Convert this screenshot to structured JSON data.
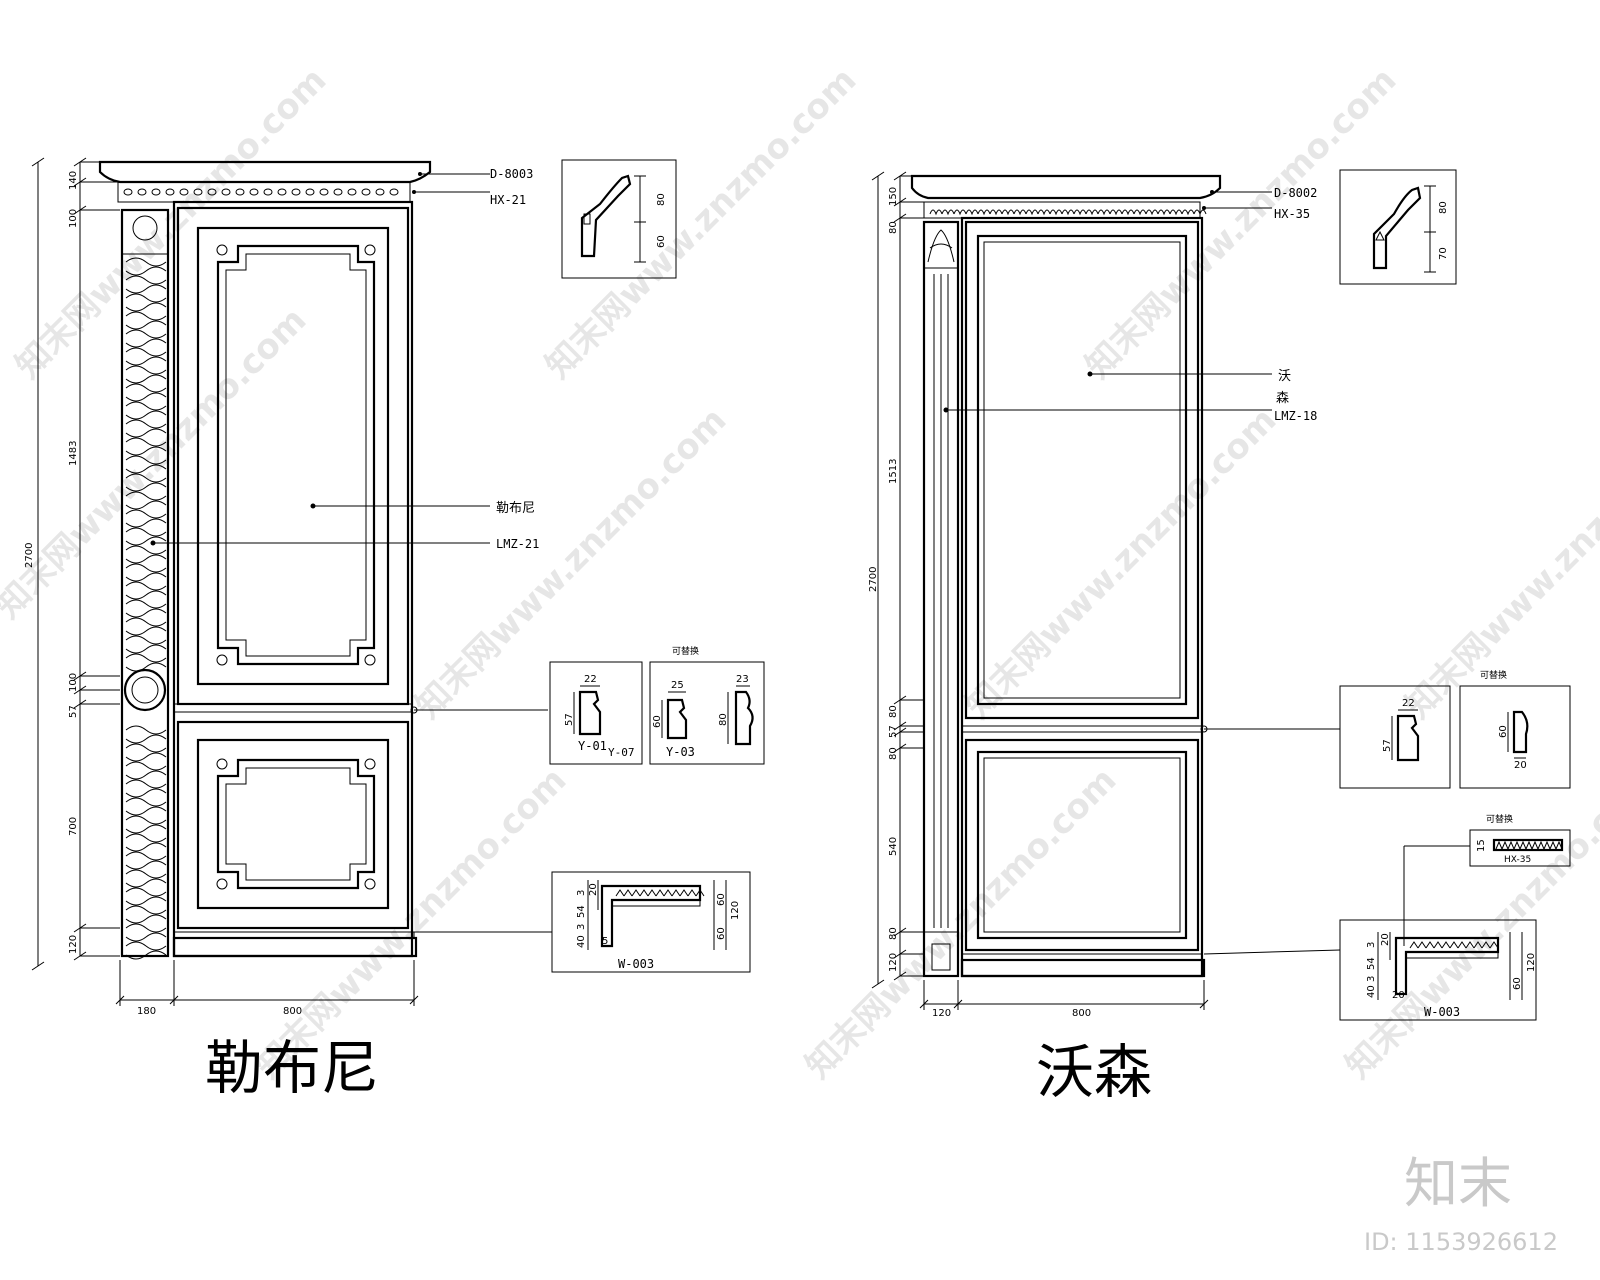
{
  "left_door": {
    "title": "勒布尼",
    "tags": {
      "cornice": "D-8003",
      "frieze": "HX-21",
      "panel_name": "勒布尼",
      "panel_code": "LMZ-21",
      "base": "W-003"
    },
    "height_total": "2700",
    "vertical_dims": [
      "140",
      "100",
      "1483",
      "100",
      "57",
      "700",
      "120"
    ],
    "width_dims": [
      "180",
      "800"
    ],
    "cornice_detail_dims": [
      "80",
      "60"
    ],
    "molding_detail": {
      "a_w": "22",
      "a_h": "57",
      "a_code": "Y-01",
      "alt_label": "可替换",
      "alt_code": "Y-07",
      "b_w": "25",
      "b_h": "60",
      "b_code": "Y-03",
      "c_w": "23",
      "c_h": "80"
    },
    "base_detail_dims": [
      "3",
      "54",
      "20",
      "40",
      "3",
      "60",
      "120",
      "60",
      "5"
    ]
  },
  "right_door": {
    "title": "沃森",
    "tags": {
      "cornice": "D-8002",
      "frieze": "HX-35",
      "panel_name_1": "沃",
      "panel_name_2": "森",
      "panel_code": "LMZ-18",
      "base": "W-003"
    },
    "height_total": "2700",
    "vertical_dims": [
      "150",
      "80",
      "1513",
      "80",
      "57",
      "80",
      "540",
      "80",
      "120"
    ],
    "width_dims": [
      "120",
      "800"
    ],
    "cornice_detail_dims": [
      "80",
      "70"
    ],
    "molding_detail": {
      "a_w": "22",
      "a_h": "57",
      "alt_label": "可替换",
      "b_h": "60",
      "b_w": "20"
    },
    "frieze_alt": {
      "label": "可替换",
      "dim": "15",
      "code": "HX-35"
    },
    "base_detail_dims": [
      "3",
      "54",
      "20",
      "40",
      "3",
      "20",
      "120",
      "60"
    ]
  },
  "watermark": "知末网www.znzmo.com",
  "brand": {
    "logo_text": "知末",
    "id_text": "ID: 1153926612"
  }
}
